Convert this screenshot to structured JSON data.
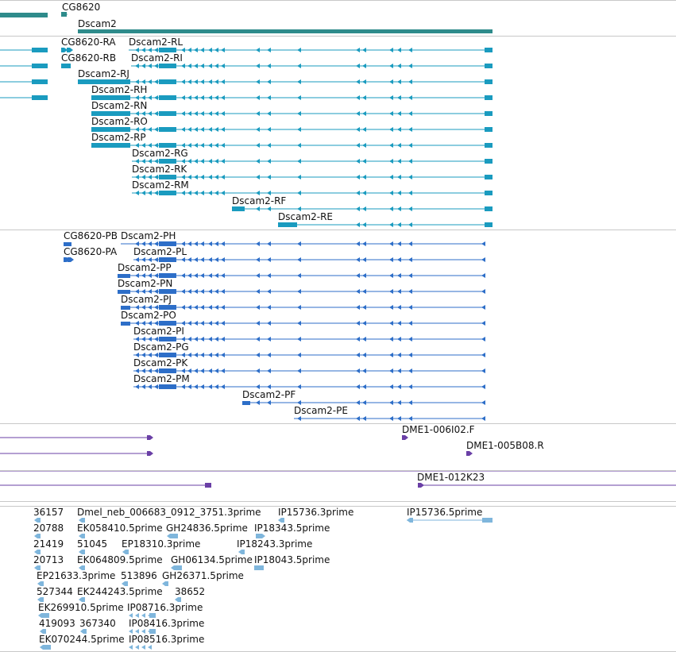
{
  "colors": {
    "gene": "#2e8b8b",
    "transcript": "#1a9bbf",
    "protein": "#2d6ec8",
    "clone": "#6a3fa6",
    "est": "#7fb6dc"
  },
  "tracks": {
    "genes": [
      "CG8620",
      "Dscam2"
    ],
    "transcripts": [
      "CG8620-RA",
      "Dscam2-RL",
      "CG8620-RB",
      "Dscam2-RI",
      "Dscam2-RJ",
      "Dscam2-RH",
      "Dscam2-RN",
      "Dscam2-RO",
      "Dscam2-RP",
      "Dscam2-RG",
      "Dscam2-RK",
      "Dscam2-RM",
      "Dscam2-RF",
      "Dscam2-RE"
    ],
    "proteins": [
      "CG8620-PB",
      "Dscam2-PH",
      "CG8620-PA",
      "Dscam2-PL",
      "Dscam2-PP",
      "Dscam2-PN",
      "Dscam2-PJ",
      "Dscam2-PO",
      "Dscam2-PI",
      "Dscam2-PG",
      "Dscam2-PK",
      "Dscam2-PM",
      "Dscam2-PF",
      "Dscam2-PE"
    ],
    "clones": [
      "DME1-006I02.F",
      "DME1-005B08.R",
      "DME1-012K23"
    ],
    "ests": [
      "36157",
      "Dmel_neb_006683_0912_3751.3prime",
      "IP15736.3prime",
      "IP15736.5prime",
      "20788",
      "EK058410.5prime",
      "GH24836.5prime",
      "IP18343.5prime",
      "21419",
      "51045",
      "EP18310.3prime",
      "IP18243.3prime",
      "20713",
      "EK064809.5prime",
      "GH06134.5prime",
      "IP18043.5prime",
      "EP21633.3prime",
      "513896",
      "GH26371.5prime",
      "527344",
      "EK244243.5prime",
      "38652",
      "EK269910.5prime",
      "IP08716.3prime",
      "419093",
      "367340",
      "IP08416.3prime",
      "EK070244.5prime",
      "IP08516.3prime"
    ]
  }
}
